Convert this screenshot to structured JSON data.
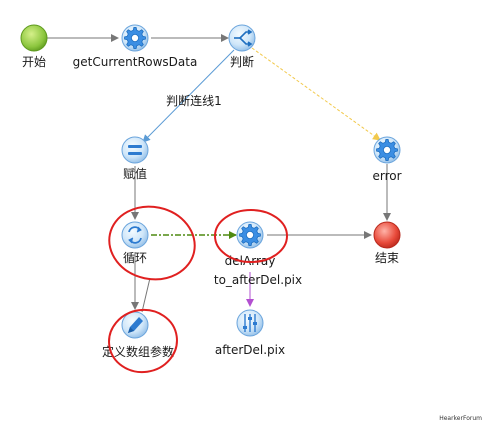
{
  "nodes": {
    "start": "开始",
    "get_rows": "getCurrentRowsData",
    "decision": "判断",
    "assign": "赋值",
    "error": "error",
    "loop": "循环",
    "del_array": "delArray",
    "end": "结束",
    "define_params": "定义数组参数",
    "after_del": "afterDel.pix"
  },
  "edge_labels": {
    "decision_link": "判断连线1",
    "to_after_del": "to_afterDel.pix"
  },
  "watermark": "HearkerForum",
  "colors": {
    "start_fill": "#8cc63e",
    "end_fill": "#e84a3a",
    "gear_fill": "#3b8ee3",
    "connector_gray": "#777777",
    "connector_blue": "#5b9bd5",
    "connector_yellow": "#f2c94c",
    "connector_green_dash": "#4f8a10",
    "connector_purple": "#b24fd0",
    "highlight_circle": "#e02020"
  }
}
